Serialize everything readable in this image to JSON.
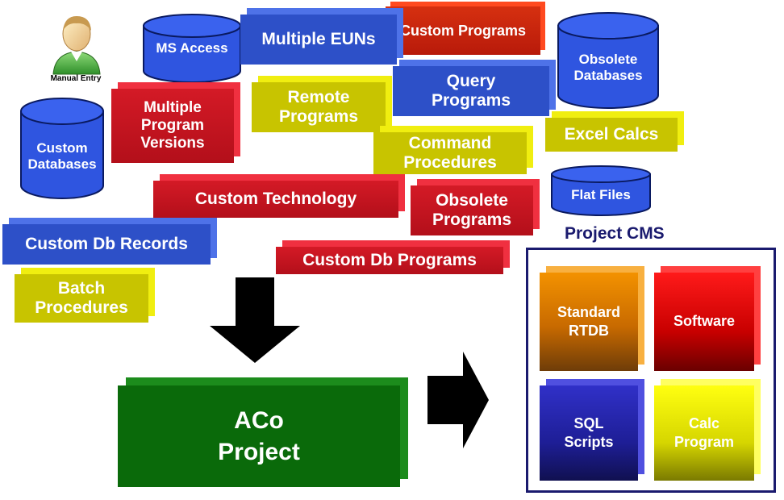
{
  "manual_entry": {
    "label": "Manual Entry"
  },
  "cylinders": {
    "ms_access": "MS Access",
    "custom_databases": "Custom\nDatabases",
    "obsolete_databases": "Obsolete\nDatabases",
    "flat_files": "Flat Files"
  },
  "boxes": {
    "custom_programs": "Custom Programs",
    "multiple_euns": "Multiple EUNs",
    "query_programs": "Query\nPrograms",
    "multiple_program_versions": "Multiple\nProgram\nVersions",
    "remote_programs": "Remote\nPrograms",
    "command_procedures": "Command\nProcedures",
    "excel_calcs": "Excel Calcs",
    "custom_technology": "Custom Technology",
    "obsolete_programs": "Obsolete\nPrograms",
    "custom_db_records": "Custom Db Records",
    "custom_db_programs": "Custom Db Programs",
    "batch_procedures": "Batch\nProcedures",
    "aco_project": "ACo\nProject"
  },
  "project_cms": {
    "title": "Project CMS",
    "tiles": {
      "standard_rtdb": "Standard\nRTDB",
      "software": "Software",
      "sql_scripts": "SQL\nScripts",
      "calc_program": "Calc\nProgram"
    }
  },
  "colors": {
    "blue": "#2f55c8",
    "red": "#cc1122",
    "yellow_olive": "#c8c400",
    "green": "#0a6b0a",
    "navy": "#1a1a6e"
  }
}
